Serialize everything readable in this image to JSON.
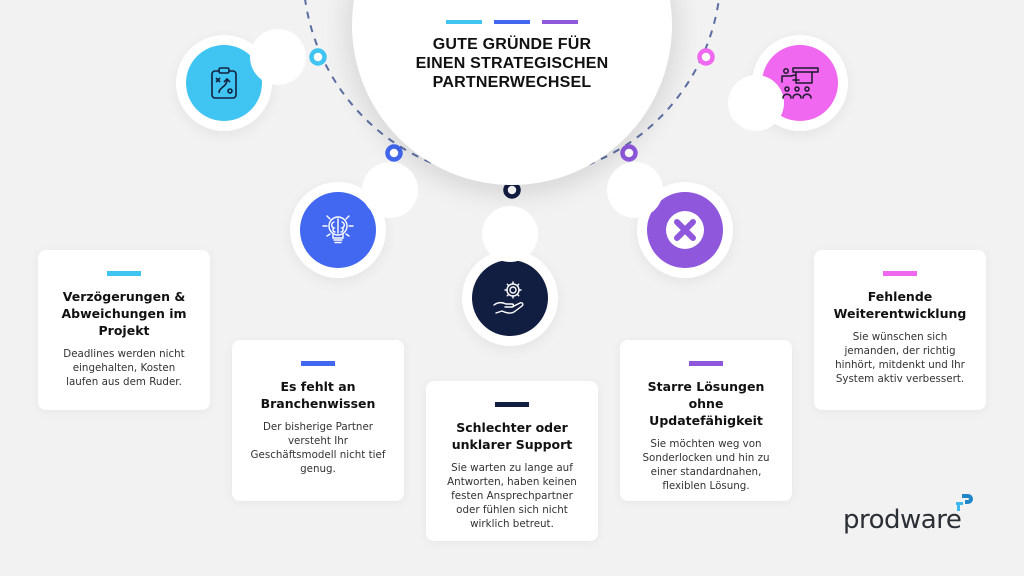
{
  "header": {
    "title": "GUTE GRÜNDE FÜR\nEINEN STRATEGISCHEN\nPARTNERWECHSEL",
    "accent_bars": [
      "#40c4f2",
      "#4267f0",
      "#8e57dc"
    ]
  },
  "colors": {
    "background": "#f2f2f2",
    "cyan": "#40c4f2",
    "blue": "#4267f0",
    "navy": "#121d42",
    "purple": "#8e57dc",
    "magenta": "#f067f0",
    "arc_dash": "#4a5f9a"
  },
  "badges": [
    {
      "icon": "strategy-clipboard-icon",
      "color": "#40c4f2"
    },
    {
      "icon": "lightbulb-brain-icon",
      "color": "#4267f0"
    },
    {
      "icon": "gear-hand-icon",
      "color": "#121d42"
    },
    {
      "icon": "close-x-icon",
      "color": "#8e57dc"
    },
    {
      "icon": "presentation-audience-icon",
      "color": "#f067f0"
    }
  ],
  "cards": [
    {
      "accent": "#40c4f2",
      "title": "Verzögerungen &\nAbweichungen im\nProjekt",
      "description": "Deadlines werden nicht\neingehalten, Kosten\nlaufen aus dem Ruder."
    },
    {
      "accent": "#4267f0",
      "title": "Es fehlt an\nBranchenwissen",
      "description": "Der bisherige Partner\nversteht Ihr\nGeschäftsmodell nicht tief\ngenug."
    },
    {
      "accent": "#121d42",
      "title": "Schlechter oder\nunklarer Support",
      "description": "Sie warten zu lange auf\nAntworten, haben keinen\nfesten Ansprechpartner\noder fühlen sich nicht\nwirklich betreut."
    },
    {
      "accent": "#8e57dc",
      "title": "Starre Lösungen\nohne\nUpdatefähigkeit",
      "description": "Sie möchten weg von\nSonderlocken und hin zu\neiner standardnahen,\nflexiblen Lösung."
    },
    {
      "accent": "#f067f0",
      "title": "Fehlende\nWeiterentwicklung",
      "description": "Sie wünschen sich\njemanden, der richtig\nhinhört, mitdenkt und Ihr\nSystem aktiv verbessert."
    }
  ],
  "logo": {
    "text": "prodware",
    "mark_colors": [
      "#1f86c8",
      "#3fb8ee"
    ]
  }
}
